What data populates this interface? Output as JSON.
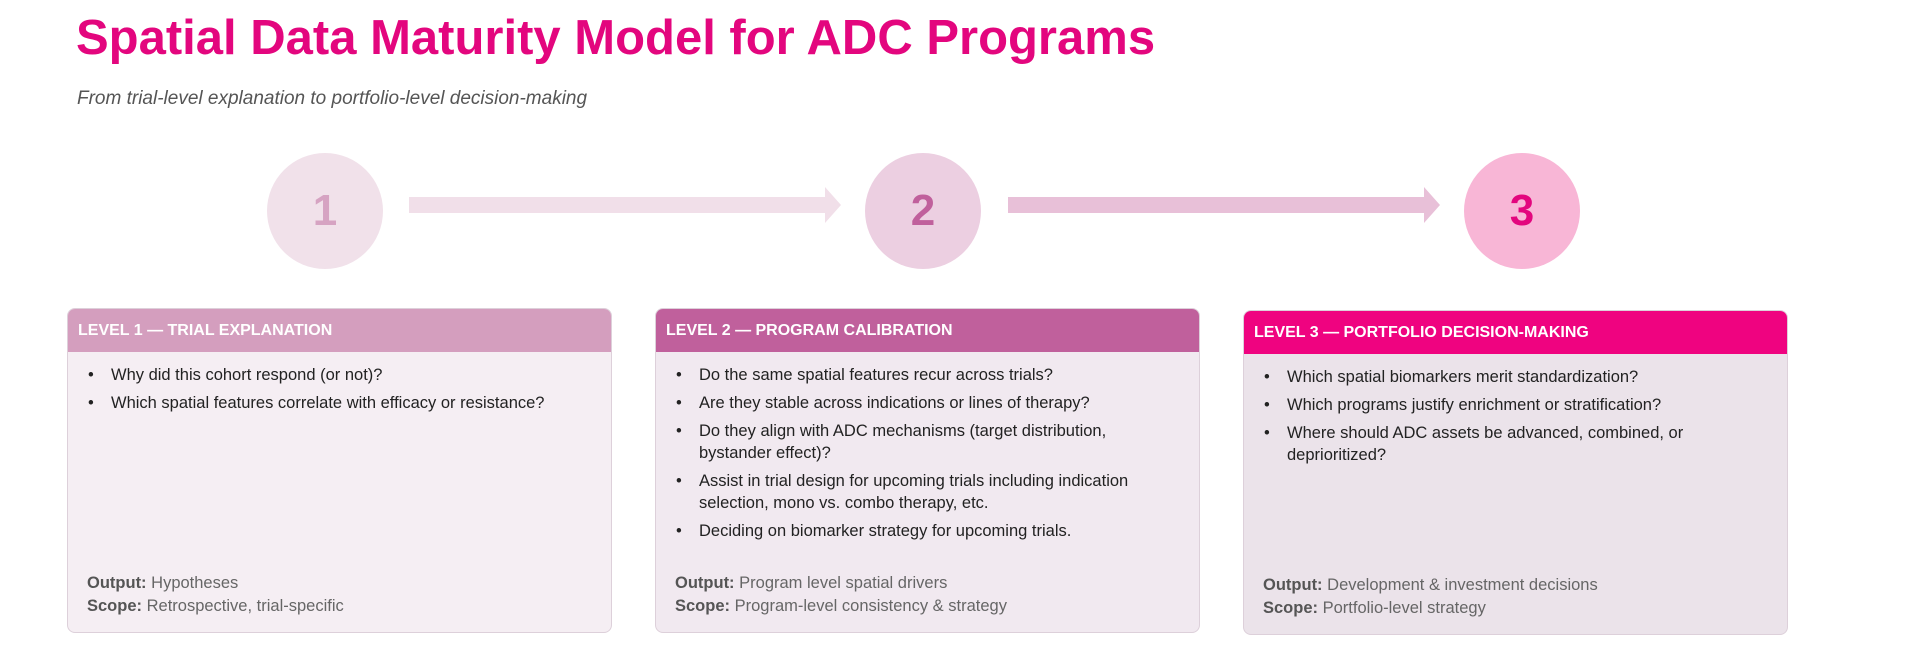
{
  "title": "Spatial Data Maturity Model for ADC Programs",
  "subtitle": "From trial-level explanation to portfolio-level decision-making",
  "steps": [
    "1",
    "2",
    "3"
  ],
  "colors": {
    "accent": "#e3067e",
    "level1_header": "#d49ebe",
    "level2_header": "#c0609c",
    "level3_header": "#ef0380"
  },
  "levels": [
    {
      "header": "LEVEL 1 — TRIAL EXPLANATION",
      "bullets": [
        "Why did this cohort respond (or not)?",
        "Which spatial features correlate with efficacy or resistance?"
      ],
      "output_label": "Output:",
      "output_value": "Hypotheses",
      "scope_label": "Scope:",
      "scope_value": "Retrospective, trial-specific"
    },
    {
      "header": "LEVEL 2 — PROGRAM CALIBRATION",
      "bullets": [
        "Do the same spatial features recur across trials?",
        "Are they stable across indications or lines of therapy?",
        "Do they align with ADC mechanisms (target distribution, bystander effect)?",
        "Assist in trial design for upcoming trials including indication selection, mono vs. combo therapy, etc.",
        "Deciding on biomarker strategy for upcoming trials."
      ],
      "output_label": "Output:",
      "output_value": "Program level spatial drivers",
      "scope_label": "Scope:",
      "scope_value": "Program-level consistency & strategy"
    },
    {
      "header": "LEVEL 3 — PORTFOLIO DECISION-MAKING",
      "bullets": [
        "Which spatial biomarkers merit standardization?",
        "Which programs justify enrichment or stratification?",
        "Where should ADC assets be advanced, combined, or deprioritized?"
      ],
      "output_label": "Output:",
      "output_value": "Development & investment decisions",
      "scope_label": "Scope:",
      "scope_value": "Portfolio-level strategy"
    }
  ]
}
